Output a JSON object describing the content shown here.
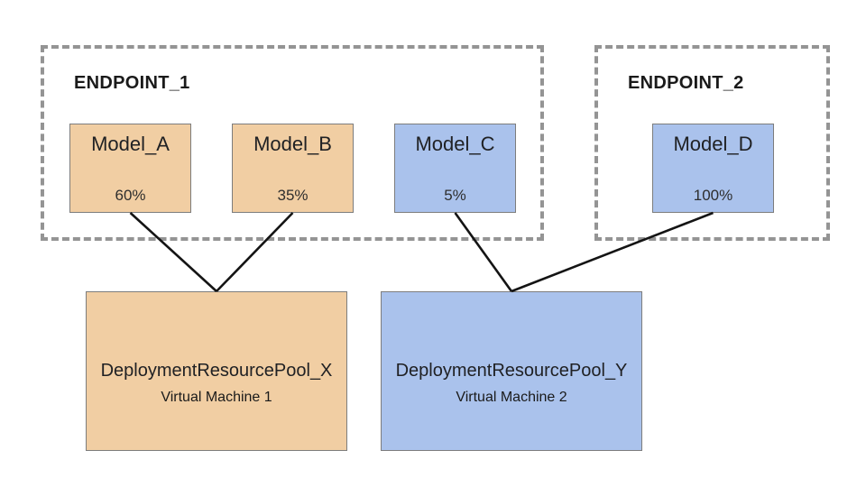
{
  "diagram": {
    "endpoints": [
      {
        "id": "endpoint1",
        "title": "ENDPOINT_1",
        "models": [
          {
            "id": "model_a",
            "label": "Model_A",
            "traffic": "60%",
            "color": "#F1CEA3"
          },
          {
            "id": "model_b",
            "label": "Model_B",
            "traffic": "35%",
            "color": "#F1CEA3"
          },
          {
            "id": "model_c",
            "label": "Model_C",
            "traffic": "5%",
            "color": "#AAC2EC"
          }
        ]
      },
      {
        "id": "endpoint2",
        "title": "ENDPOINT_2",
        "models": [
          {
            "id": "model_d",
            "label": "Model_D",
            "traffic": "100%",
            "color": "#AAC2EC"
          }
        ]
      }
    ],
    "pools": [
      {
        "id": "pool_x",
        "title": "DeploymentResourcePool_X",
        "subtitle": "Virtual Machine 1",
        "color": "#F1CEA3"
      },
      {
        "id": "pool_y",
        "title": "DeploymentResourcePool_Y",
        "subtitle": "Virtual Machine 2",
        "color": "#AAC2EC"
      }
    ],
    "connections": [
      {
        "from": "model_a",
        "to": "pool_x"
      },
      {
        "from": "model_b",
        "to": "pool_x"
      },
      {
        "from": "model_c",
        "to": "pool_y"
      },
      {
        "from": "model_d",
        "to": "pool_y"
      }
    ],
    "colors": {
      "orange_fill": "#F1CEA3",
      "blue_fill": "#AAC2EC",
      "box_border": "#7D7D7D",
      "dashed_border": "#949494",
      "connector": "#141414",
      "background": "#FFFFFF"
    }
  }
}
